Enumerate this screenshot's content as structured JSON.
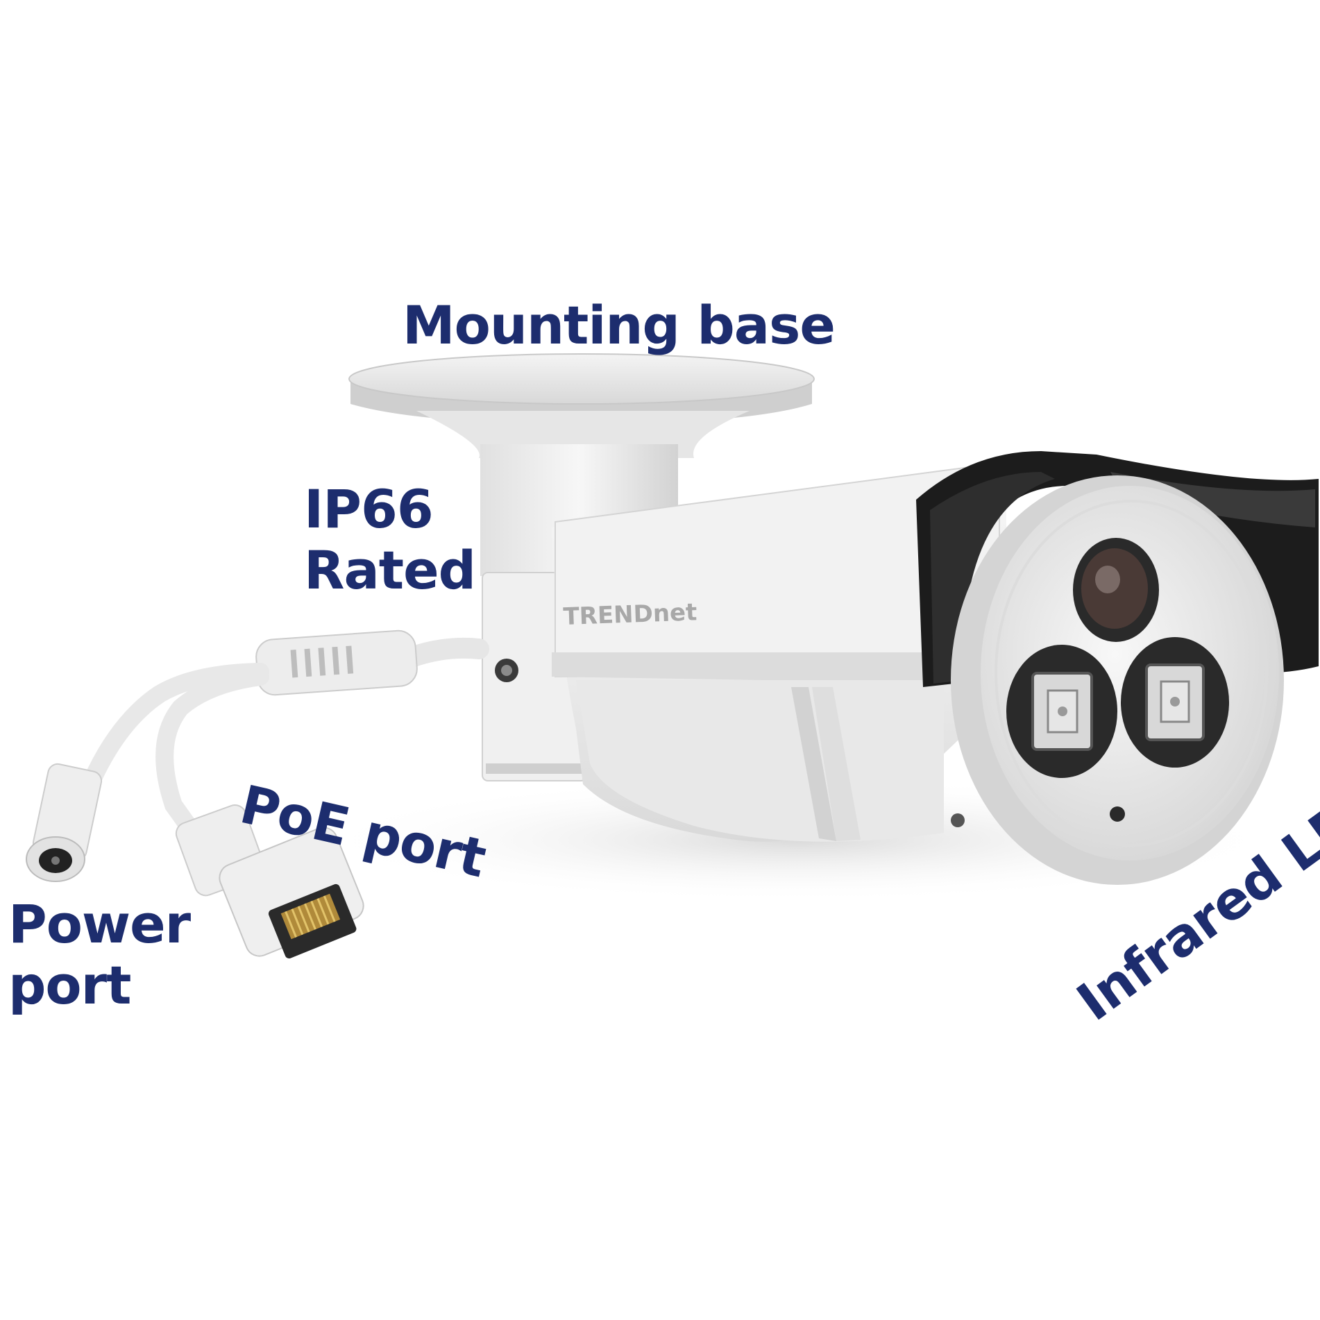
{
  "labels": {
    "mounting_base": "Mounting base",
    "ip66_line1": "IP66",
    "ip66_line2": "Rated",
    "poe_port": "PoE port",
    "power_line1": "Power",
    "power_line2": "port",
    "infrared_leds": "Infrared LEDs"
  },
  "brand": "TRENDnet",
  "colors": {
    "label_text": "#1d2d6e",
    "camera_body": "#eeeeee",
    "sun_shield": "#1c1c1c",
    "background": "#ffffff"
  }
}
